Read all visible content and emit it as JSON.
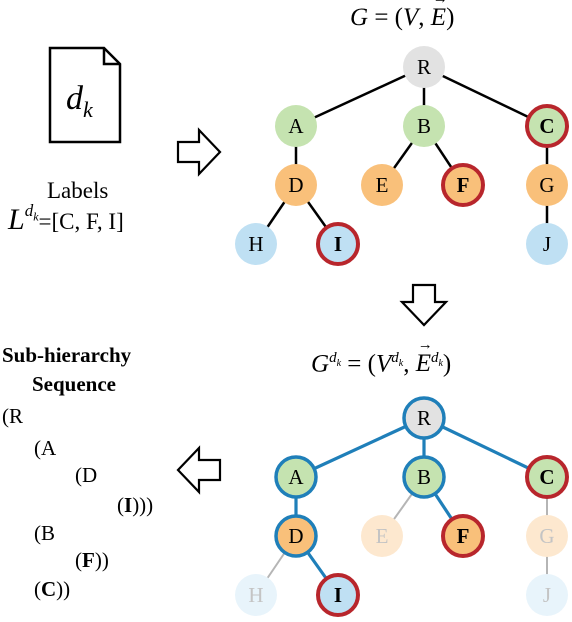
{
  "document": {
    "symbol": "d",
    "subscript": "k"
  },
  "labels": {
    "heading": "Labels",
    "L": "L",
    "exp_d": "d",
    "exp_k": "k",
    "list": "=[C, F, I]"
  },
  "top_graph": {
    "title": {
      "G": "G",
      "eq": " = (",
      "V": "V",
      "comma": ", ",
      "E": "E",
      "close": ")",
      "arrow": "→"
    },
    "nodes": [
      {
        "id": "R",
        "label": "R",
        "fill": "#e2e2e2",
        "ring": "none",
        "bold": false
      },
      {
        "id": "A",
        "label": "A",
        "fill": "#c5e3b0",
        "ring": "none",
        "bold": false
      },
      {
        "id": "B",
        "label": "B",
        "fill": "#c5e3b0",
        "ring": "none",
        "bold": false
      },
      {
        "id": "C",
        "label": "C",
        "fill": "#c5e3b0",
        "ring": "red",
        "bold": true
      },
      {
        "id": "D",
        "label": "D",
        "fill": "#f9c07a",
        "ring": "none",
        "bold": false
      },
      {
        "id": "E",
        "label": "E",
        "fill": "#f9c07a",
        "ring": "none",
        "bold": false
      },
      {
        "id": "F",
        "label": "F",
        "fill": "#f9c07a",
        "ring": "red",
        "bold": true
      },
      {
        "id": "G",
        "label": "G",
        "fill": "#f9c07a",
        "ring": "none",
        "bold": false
      },
      {
        "id": "H",
        "label": "H",
        "fill": "#bfe0f3",
        "ring": "none",
        "bold": false
      },
      {
        "id": "I",
        "label": "I",
        "fill": "#bfe0f3",
        "ring": "red",
        "bold": true
      },
      {
        "id": "J",
        "label": "J",
        "fill": "#bfe0f3",
        "ring": "none",
        "bold": false
      }
    ],
    "edges": [
      [
        "R",
        "A"
      ],
      [
        "R",
        "B"
      ],
      [
        "R",
        "C"
      ],
      [
        "A",
        "D"
      ],
      [
        "B",
        "E"
      ],
      [
        "B",
        "F"
      ],
      [
        "C",
        "G"
      ],
      [
        "D",
        "H"
      ],
      [
        "D",
        "I"
      ],
      [
        "G",
        "J"
      ]
    ]
  },
  "bottom_graph": {
    "title": {
      "G": "G",
      "eq": " = (",
      "V": "V",
      "comma": ", ",
      "E": "E",
      "close": ")",
      "sup_d": "d",
      "sup_k": "k",
      "arrow": "→"
    },
    "nodes": [
      {
        "id": "R",
        "label": "R",
        "fill": "#e2e2e2",
        "ring": "blue",
        "bold": false,
        "faded": false
      },
      {
        "id": "A",
        "label": "A",
        "fill": "#c5e3b0",
        "ring": "blue",
        "bold": false,
        "faded": false
      },
      {
        "id": "B",
        "label": "B",
        "fill": "#c5e3b0",
        "ring": "blue",
        "bold": false,
        "faded": false
      },
      {
        "id": "C",
        "label": "C",
        "fill": "#c5e3b0",
        "ring": "red",
        "bold": true,
        "faded": false
      },
      {
        "id": "D",
        "label": "D",
        "fill": "#f9c07a",
        "ring": "blue",
        "bold": false,
        "faded": false
      },
      {
        "id": "E",
        "label": "E",
        "fill": "#fde8cf",
        "ring": "none",
        "bold": false,
        "faded": true
      },
      {
        "id": "F",
        "label": "F",
        "fill": "#f9c07a",
        "ring": "red",
        "bold": true,
        "faded": false
      },
      {
        "id": "G",
        "label": "G",
        "fill": "#fde8cf",
        "ring": "none",
        "bold": false,
        "faded": true
      },
      {
        "id": "H",
        "label": "H",
        "fill": "#e8f4fb",
        "ring": "none",
        "bold": false,
        "faded": true
      },
      {
        "id": "I",
        "label": "I",
        "fill": "#bfe0f3",
        "ring": "red",
        "bold": true,
        "faded": false
      },
      {
        "id": "J",
        "label": "J",
        "fill": "#e8f4fb",
        "ring": "none",
        "bold": false,
        "faded": true
      }
    ],
    "edges": [
      {
        "from": "R",
        "to": "A",
        "active": true
      },
      {
        "from": "R",
        "to": "B",
        "active": true
      },
      {
        "from": "R",
        "to": "C",
        "active": true
      },
      {
        "from": "A",
        "to": "D",
        "active": true
      },
      {
        "from": "B",
        "to": "E",
        "active": false
      },
      {
        "from": "B",
        "to": "F",
        "active": true
      },
      {
        "from": "C",
        "to": "G",
        "active": false
      },
      {
        "from": "D",
        "to": "H",
        "active": false
      },
      {
        "from": "D",
        "to": "I",
        "active": true
      },
      {
        "from": "G",
        "to": "J",
        "active": false
      }
    ]
  },
  "sequence": {
    "heading_line1": "Sub-hierarchy",
    "heading_line2": "Sequence",
    "lines": [
      {
        "pre": "(R",
        "bold": "",
        "post": ""
      },
      {
        "pre": "(A",
        "bold": "",
        "post": ""
      },
      {
        "pre": "(D",
        "bold": "",
        "post": ""
      },
      {
        "pre": "(",
        "bold": "I",
        "post": ")))"
      },
      {
        "pre": "(B",
        "bold": "",
        "post": ""
      },
      {
        "pre": "(",
        "bold": "F",
        "post": "))"
      },
      {
        "pre": "(",
        "bold": "C",
        "post": "))"
      }
    ]
  },
  "colors": {
    "edge_black": "#000000",
    "edge_blue": "#1f7fb9",
    "edge_faded": "#b5b5b5",
    "ring_red": "#b8262c",
    "ring_blue": "#1f7fb9",
    "faded_text": "#c4c4c4"
  }
}
